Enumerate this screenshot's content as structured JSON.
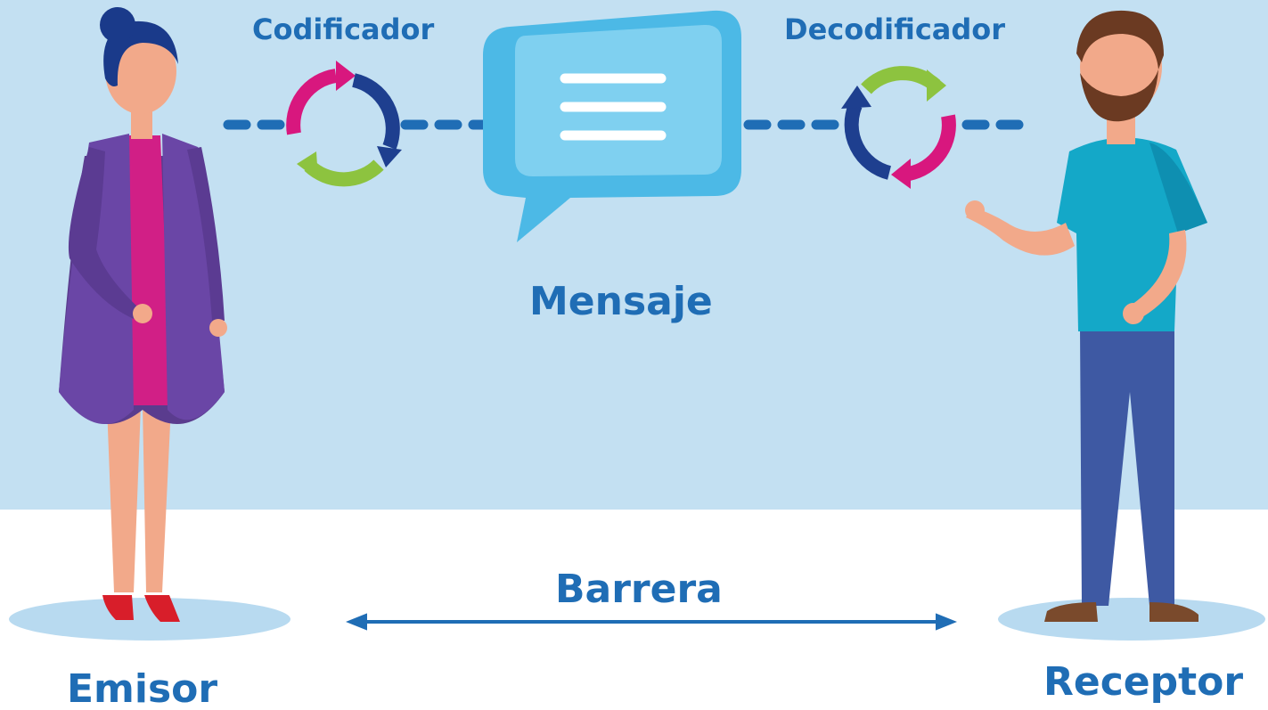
{
  "labels": {
    "encoder": "Codificador",
    "decoder": "Decodificador",
    "message": "Mensaje",
    "barrier": "Barrera",
    "sender": "Emisor",
    "receiver": "Receptor"
  },
  "icons": {
    "encoder": "cycle-arrows-icon",
    "decoder": "cycle-arrows-icon",
    "message": "speech-bubble-icon",
    "barrier": "double-arrow-icon"
  },
  "colors": {
    "sky": "#c3e0f2",
    "ground": "#ffffff",
    "text": "#1f6db5",
    "dash": "#1f6db5",
    "bubble": "#4cb9e6",
    "bubble_inner": "#7fd0f0",
    "arrow_pink": "#d8177e",
    "arrow_navy": "#1e3f8f",
    "arrow_green": "#8dc33f",
    "shadow": "#b8daf0"
  }
}
